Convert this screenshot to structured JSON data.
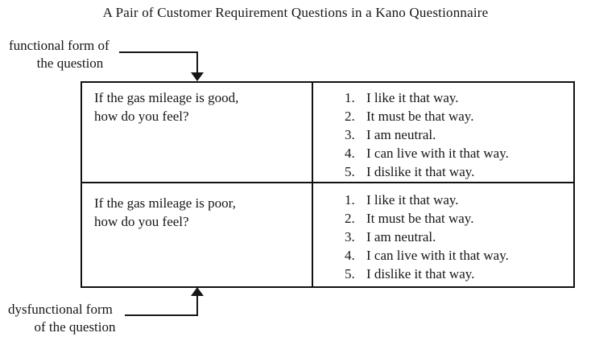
{
  "title": "A Pair of Customer Requirement Questions in a Kano Questionnaire",
  "colors": {
    "ink": "#161616",
    "border": "#111111",
    "background": "#ffffff"
  },
  "functional_label": {
    "line1": "functional form of",
    "line2": "the question"
  },
  "dysfunctional_label": {
    "line1": "dysfunctional form",
    "line2": "of the question"
  },
  "table": {
    "rows": [
      {
        "question": {
          "line1": "If the gas mileage is good,",
          "line2": "how do you feel?"
        },
        "options": [
          {
            "num": "1.",
            "text": "I like it that way."
          },
          {
            "num": "2.",
            "text": "It must be that way."
          },
          {
            "num": "3.",
            "text": "I am neutral."
          },
          {
            "num": "4.",
            "text": "I can live with it that way."
          },
          {
            "num": "5.",
            "text": "I dislike it that way."
          }
        ]
      },
      {
        "question": {
          "line1": "If the gas mileage is poor,",
          "line2": "how do you feel?"
        },
        "options": [
          {
            "num": "1.",
            "text": "I like it that way."
          },
          {
            "num": "2.",
            "text": "It must be that way."
          },
          {
            "num": "3.",
            "text": "I am neutral."
          },
          {
            "num": "4.",
            "text": "I can live with it that way."
          },
          {
            "num": "5.",
            "text": "I dislike it that way."
          }
        ]
      }
    ]
  }
}
